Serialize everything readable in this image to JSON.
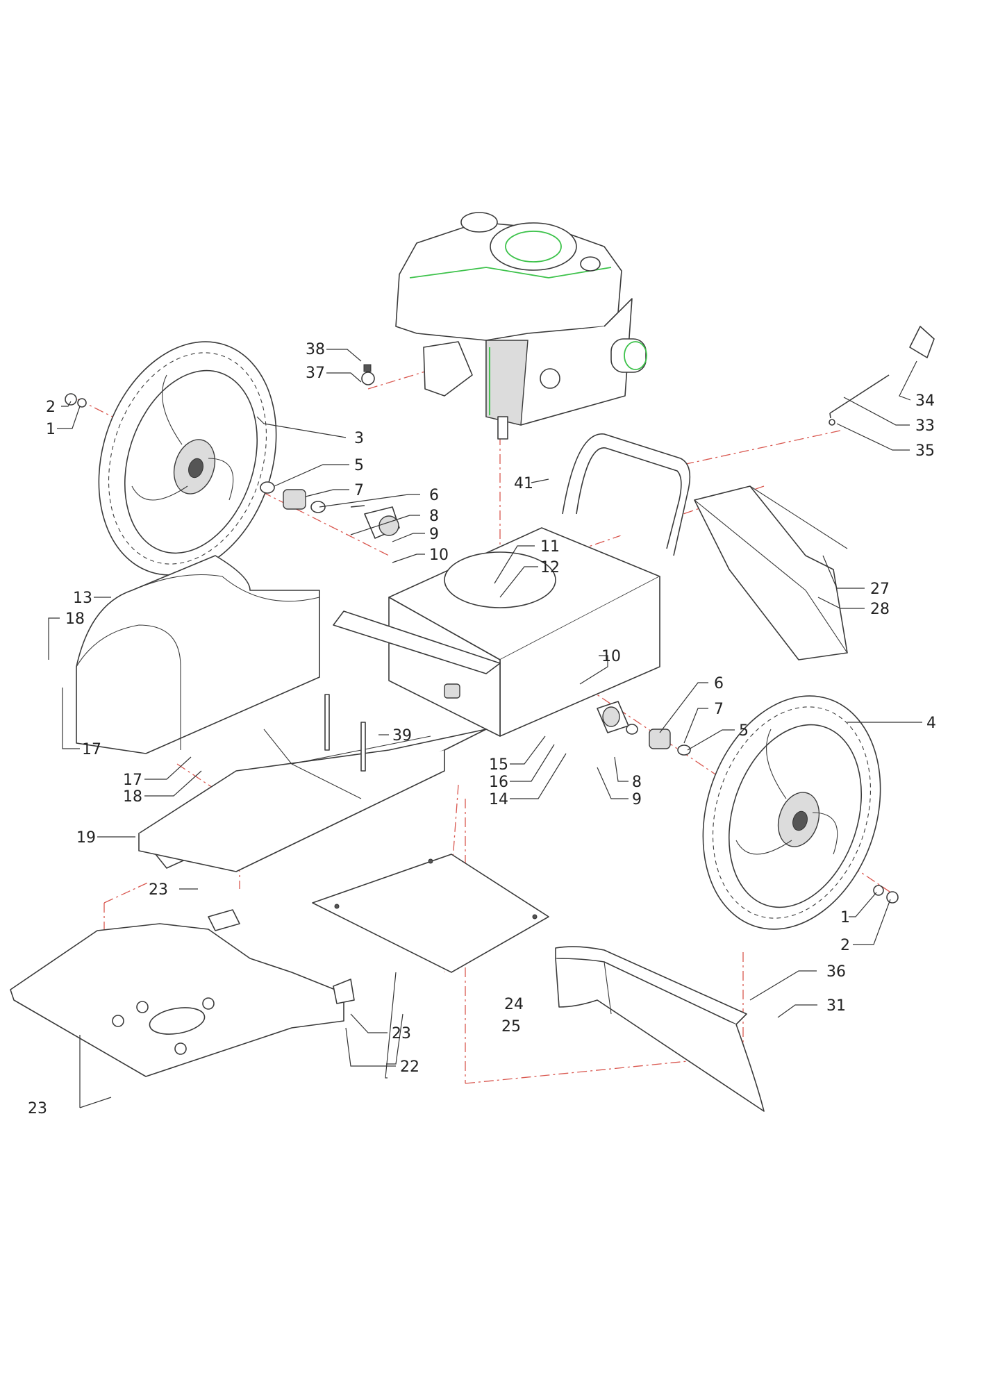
{
  "palette": {
    "line": "#3a3a3a",
    "axis": "#d9574f",
    "engine_accent": "#3cc24a",
    "background": "#ffffff"
  },
  "callouts": {
    "c38": "38",
    "c37": "37",
    "c2a": "2",
    "c1a": "1",
    "c3": "3",
    "c5a": "5",
    "c7a": "7",
    "c6a": "6",
    "c8a": "8",
    "c9a": "9",
    "c10a": "10",
    "c11": "11",
    "c12": "12",
    "c41": "41",
    "c34": "34",
    "c33": "33",
    "c35": "35",
    "c27": "27",
    "c28": "28",
    "c13": "13",
    "c18a": "18",
    "c17a": "17",
    "c17b": "17",
    "c18b": "18",
    "c19": "19",
    "c39": "39",
    "c10b": "10",
    "c6b": "6",
    "c7b": "7",
    "c5b": "5",
    "c4": "4",
    "c15": "15",
    "c16": "16",
    "c14": "14",
    "c8b": "8",
    "c9b": "9",
    "c23a": "23",
    "c23b": "23",
    "c23c": "23",
    "c22": "22",
    "c24": "24",
    "c25": "25",
    "c36": "36",
    "c31": "31",
    "c1b": "1",
    "c2b": "2"
  }
}
